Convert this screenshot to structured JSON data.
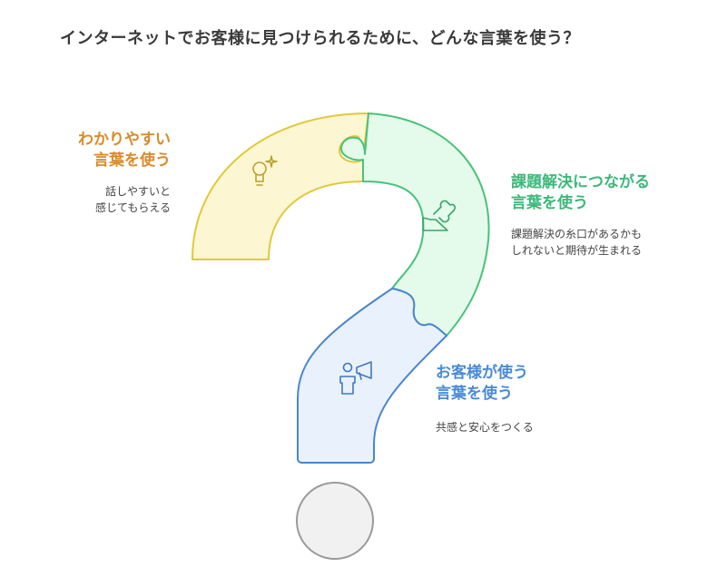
{
  "title": "インターネットでお客様に見つけられるために、どんな言葉を使う？",
  "segments": {
    "yellow": {
      "heading_lines": [
        "わかりやすい",
        "言葉を使う"
      ],
      "desc_lines": [
        "話しやすいと",
        "感じてもらえる"
      ],
      "icon": "lightbulb-sparkle-icon",
      "fill": "#fdf6d3",
      "stroke": "#e0c93a",
      "text_color": "#d98b2a"
    },
    "green": {
      "heading_lines": [
        "課題解決につながる",
        "言葉を使う"
      ],
      "desc_lines": [
        "課題解決の糸口があるかも",
        "しれないと期待が生まれる"
      ],
      "icon": "puzzle-hand-icon",
      "fill": "#e4faea",
      "stroke": "#48c27a",
      "text_color": "#3cb87a"
    },
    "blue": {
      "heading_lines": [
        "お客様が使う",
        "言葉を使う"
      ],
      "desc_lines": [
        "共感と安心をつくる"
      ],
      "icon": "person-megaphone-icon",
      "fill": "#e9f1fc",
      "stroke": "#4a86cf",
      "text_color": "#4a8ad6"
    }
  },
  "dot": {
    "fill": "#f1f1f1",
    "stroke": "#9a9a9a"
  }
}
